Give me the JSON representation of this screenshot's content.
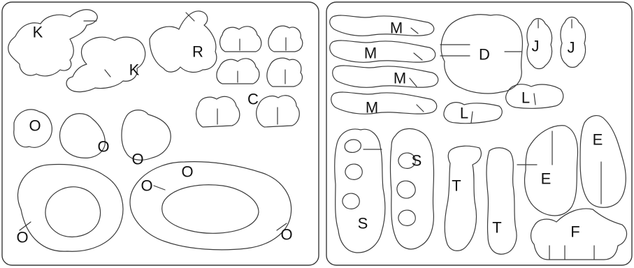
{
  "sheets": [
    {
      "id": "left-sheet",
      "labels": [
        "K",
        "K",
        "R",
        "C",
        "O",
        "O",
        "O",
        "O",
        "O",
        "O",
        "O"
      ]
    },
    {
      "id": "right-sheet",
      "labels": [
        "M",
        "M",
        "M",
        "M",
        "D",
        "J",
        "J",
        "L",
        "L",
        "S",
        "S",
        "T",
        "T",
        "E",
        "E",
        "F"
      ]
    }
  ],
  "colors": {
    "stroke": "#3a3a3a",
    "background": "#ffffff",
    "text": "#111111"
  }
}
